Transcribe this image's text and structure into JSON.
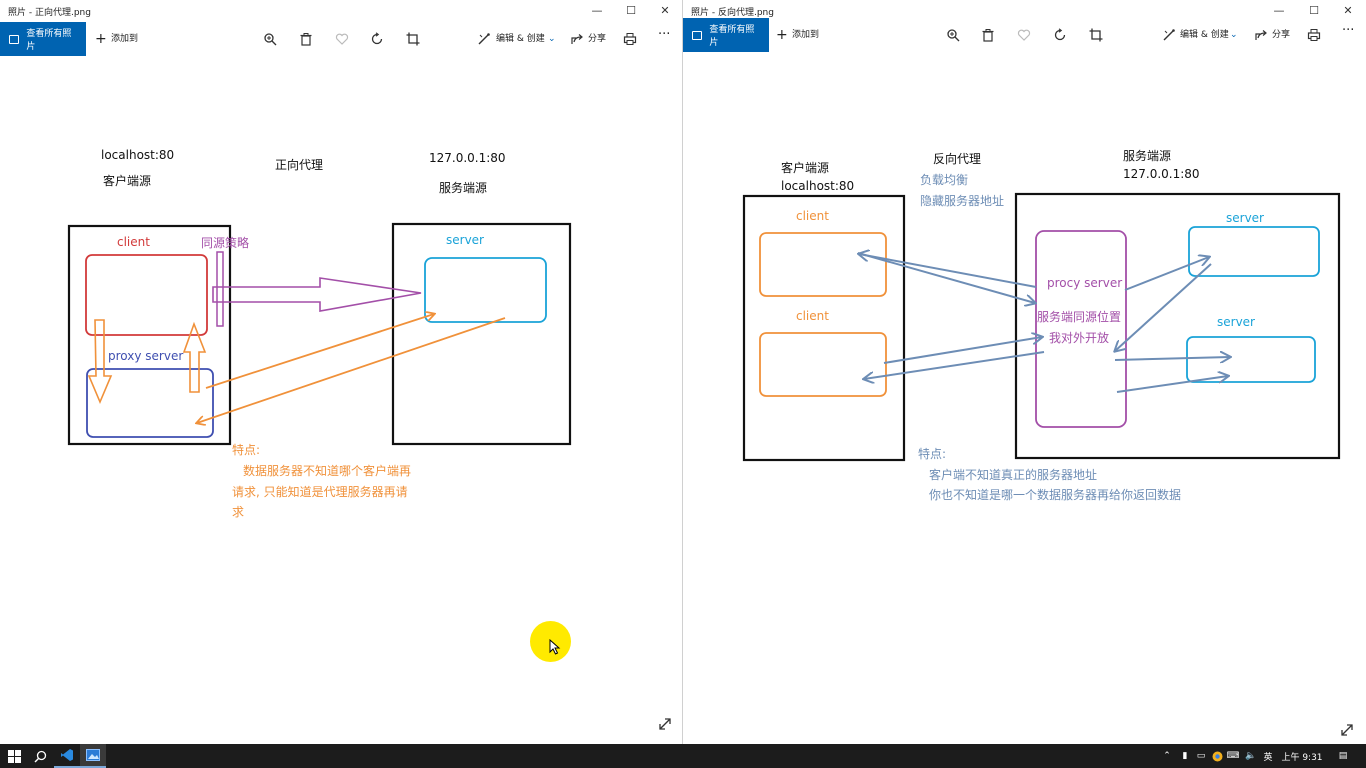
{
  "left_window": {
    "title": "照片 - 正向代理.png",
    "controls": [
      "—",
      "☐",
      "✕"
    ],
    "toolbar": {
      "view_all": "查看所有照片",
      "add_to": "添加到",
      "edit_create": "编辑 & 创建",
      "share": "分享"
    },
    "diagram": {
      "client_host": "localhost:80",
      "client_source": "客户端源",
      "heading": "正向代理",
      "server_host": "127.0.0.1:80",
      "server_source": "服务端源",
      "client_label": "client",
      "same_origin_label": "同源策略",
      "proxy_label": "proxy server",
      "server_label": "server",
      "features_title": "特点:",
      "features_line1": "数据服务器不知道哪个客户端再",
      "features_line2": "请求, 只能知道是代理服务器再请",
      "features_line3": "求"
    }
  },
  "right_window": {
    "title": "照片 - 反向代理.png",
    "controls": [
      "—",
      "☐",
      "✕"
    ],
    "toolbar": {
      "view_all": "查看所有照片",
      "add_to": "添加到",
      "edit_create": "编辑 & 创建",
      "share": "分享"
    },
    "diagram": {
      "client_source": "客户端源",
      "client_host": "localhost:80",
      "heading": "反向代理",
      "load_balance": "负载均衡",
      "hide_server": "隐藏服务器地址",
      "server_source": "服务端源",
      "server_host": "127.0.0.1:80",
      "client1_label": "client",
      "client2_label": "client",
      "proxy_label": "procy server",
      "proxy_note1": "服务端同源位置",
      "proxy_note2": "我对外开放",
      "server1_label": "server",
      "server2_label": "server",
      "features_title": "特点:",
      "features_line1": "客户端不知道真正的服务器地址",
      "features_line2": "你也不知道是哪一个数据服务器再给你返回数据"
    }
  },
  "taskbar": {
    "ime": "英",
    "clock": "上午 9:31"
  },
  "colors": {
    "accent_blue": "#0063b1",
    "red": "#d23a3a",
    "purple": "#a34fa8",
    "orange": "#f0913a",
    "cyan": "#1aa3d8",
    "steel": "#6d8db5",
    "navy": "#3f4fb0",
    "taskbar": "#1c1c1c"
  }
}
